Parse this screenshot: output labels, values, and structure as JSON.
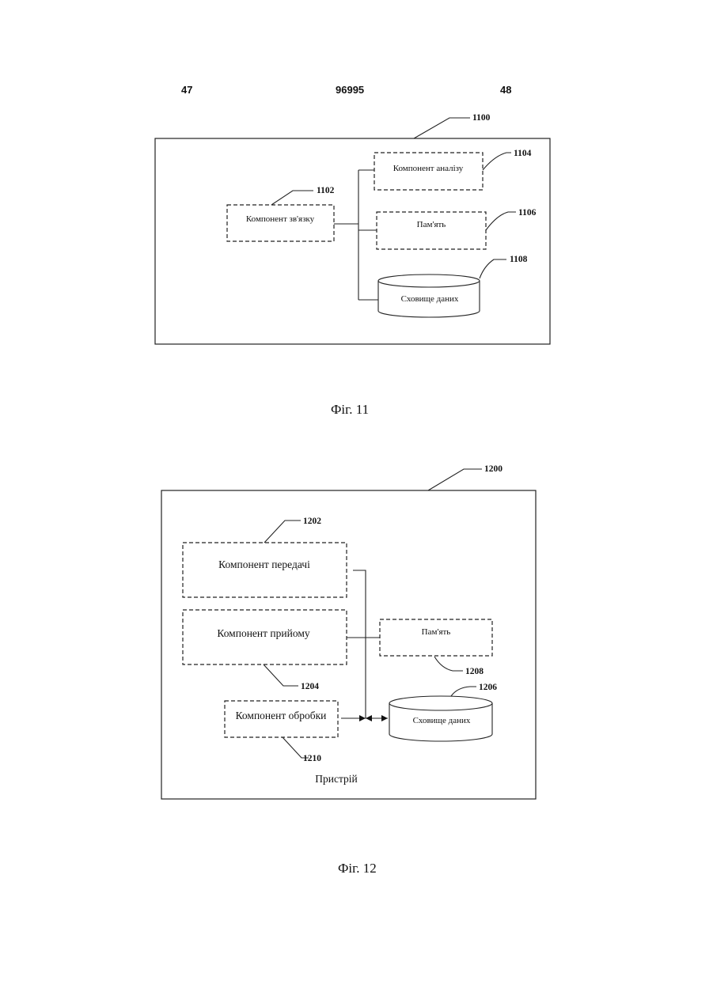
{
  "header": {
    "page_left": "47",
    "patent_number": "96995",
    "page_right": "48"
  },
  "fig11": {
    "caption": "Фіг. 11",
    "ref_system": "1100",
    "ref_link": "1102",
    "ref_analysis": "1104",
    "ref_memory": "1106",
    "ref_storage": "1108",
    "link_component": "Компонент зв'язку",
    "analysis_component": "Компонент аналізу",
    "memory": "Пам'ять",
    "data_storage": "Сховище даних"
  },
  "fig12": {
    "caption": "Фіг. 12",
    "ref_system": "1200",
    "ref_transmit": "1202",
    "ref_receive": "1204",
    "ref_storage": "1206",
    "ref_memory": "1208",
    "ref_processing": "1210",
    "transmit_component": "Компонент передачі",
    "receive_component": "Компонент прийому",
    "processing_component": "Компонент обробки",
    "memory": "Пам'ять",
    "data_storage": "Сховище даних",
    "device_label": "Пристрій"
  }
}
